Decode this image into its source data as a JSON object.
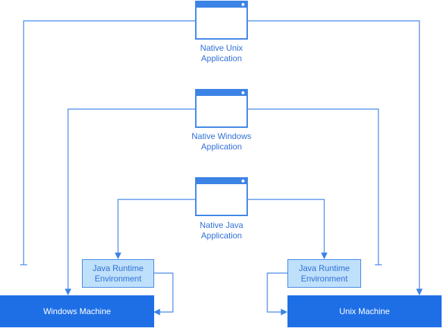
{
  "colors": {
    "line": "#3c83e6",
    "machine_fill": "#1e6fe6",
    "jre_fill": "#bfe0fb",
    "window_titlebar": "#3c83e6",
    "label_text": "#2f6fd6"
  },
  "applications": [
    {
      "id": "native-unix",
      "label": "Native Unix\nApplication",
      "icon": "window-icon"
    },
    {
      "id": "native-windows",
      "label": "Native Windows\nApplication",
      "icon": "window-icon"
    },
    {
      "id": "native-java",
      "label": "Native Java\nApplication",
      "icon": "window-icon"
    }
  ],
  "runtimes": {
    "left": {
      "label": "Java Runtime\nEnvironment"
    },
    "right": {
      "label": "Java Runtime\nEnvironment"
    }
  },
  "machines": {
    "windows": {
      "label": "Windows Machine"
    },
    "unix": {
      "label": "Unix Machine"
    }
  }
}
